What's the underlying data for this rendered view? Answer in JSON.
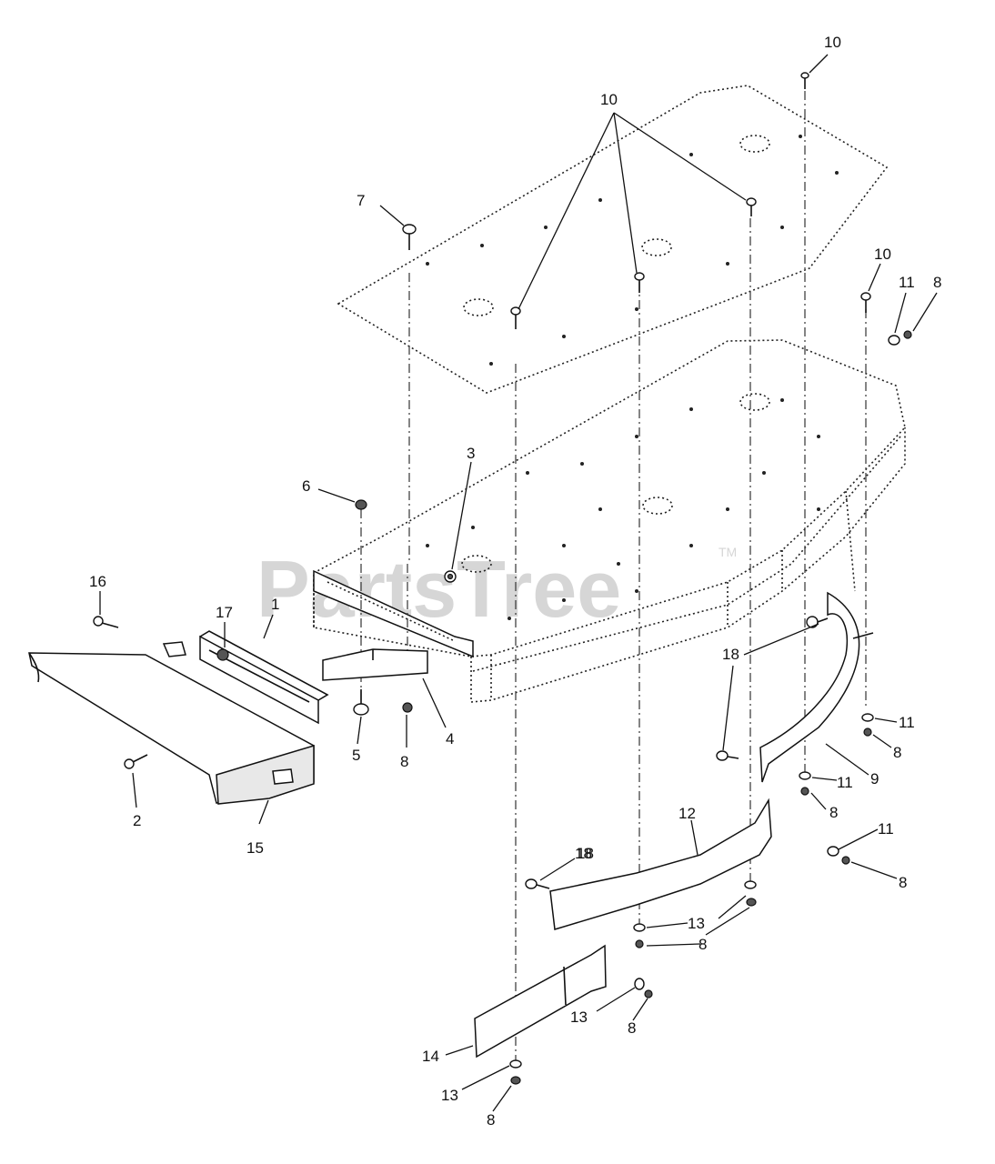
{
  "watermark": {
    "text": "PartsTree",
    "trademark": "TM"
  },
  "callouts": [
    {
      "id": "c1",
      "num": "1"
    },
    {
      "id": "c2",
      "num": "2"
    },
    {
      "id": "c3",
      "num": "3"
    },
    {
      "id": "c4",
      "num": "4"
    },
    {
      "id": "c5",
      "num": "5"
    },
    {
      "id": "c6",
      "num": "6"
    },
    {
      "id": "c7",
      "num": "7"
    },
    {
      "id": "c8a",
      "num": "8"
    },
    {
      "id": "c8b",
      "num": "8"
    },
    {
      "id": "c8c",
      "num": "8"
    },
    {
      "id": "c8d",
      "num": "8"
    },
    {
      "id": "c8e",
      "num": "8"
    },
    {
      "id": "c8f",
      "num": "8"
    },
    {
      "id": "c8g",
      "num": "8"
    },
    {
      "id": "c8h",
      "num": "8"
    },
    {
      "id": "c9",
      "num": "9"
    },
    {
      "id": "c10a",
      "num": "10"
    },
    {
      "id": "c10b",
      "num": "10"
    },
    {
      "id": "c10c",
      "num": "10"
    },
    {
      "id": "c11a",
      "num": "11"
    },
    {
      "id": "c11b",
      "num": "11"
    },
    {
      "id": "c11c",
      "num": "11"
    },
    {
      "id": "c11d",
      "num": "11"
    },
    {
      "id": "c12",
      "num": "12"
    },
    {
      "id": "c13a",
      "num": "13"
    },
    {
      "id": "c13b",
      "num": "13"
    },
    {
      "id": "c13c",
      "num": "13"
    },
    {
      "id": "c14",
      "num": "14"
    },
    {
      "id": "c15",
      "num": "15"
    },
    {
      "id": "c16",
      "num": "16"
    },
    {
      "id": "c17",
      "num": "17"
    },
    {
      "id": "c18a",
      "num": "18"
    },
    {
      "id": "c18b",
      "num": "18"
    },
    {
      "id": "c18c",
      "num": "18"
    }
  ]
}
